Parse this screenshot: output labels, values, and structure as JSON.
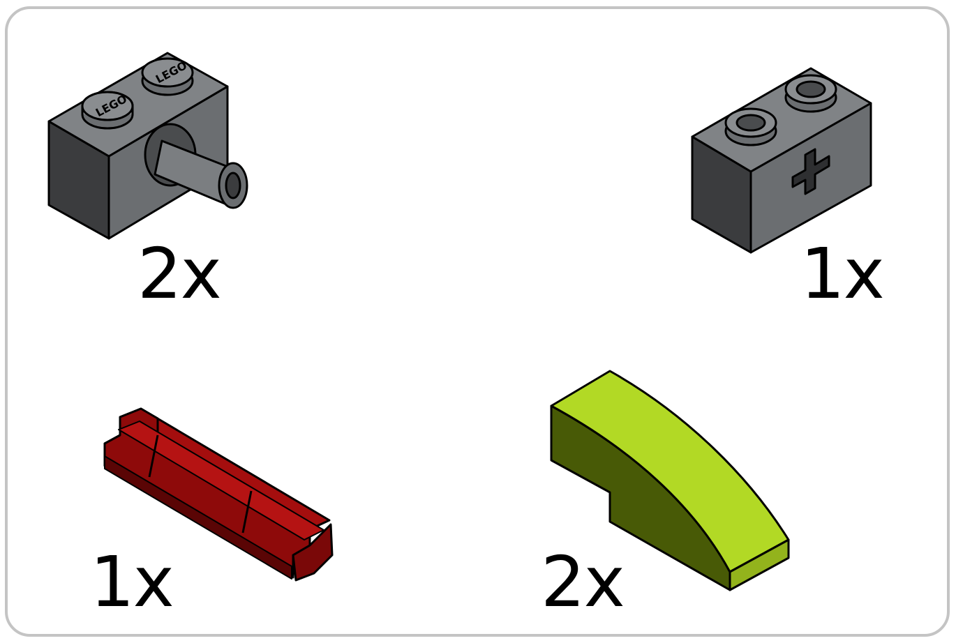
{
  "parts": [
    {
      "name": "Technic brick 1x2 with pin",
      "quantity": "2x",
      "color": "#6b6e71",
      "icon": "brick-with-pin-icon"
    },
    {
      "name": "Technic brick 1x2 with axle hole",
      "quantity": "1x",
      "color": "#6b6e71",
      "icon": "brick-with-axle-hole-icon"
    },
    {
      "name": "Technic axle 2",
      "quantity": "1x",
      "color": "#8e0a0a",
      "icon": "axle-icon"
    },
    {
      "name": "Curved slope 1x3",
      "quantity": "2x",
      "color": "#b2d925",
      "icon": "curved-slope-icon"
    }
  ]
}
